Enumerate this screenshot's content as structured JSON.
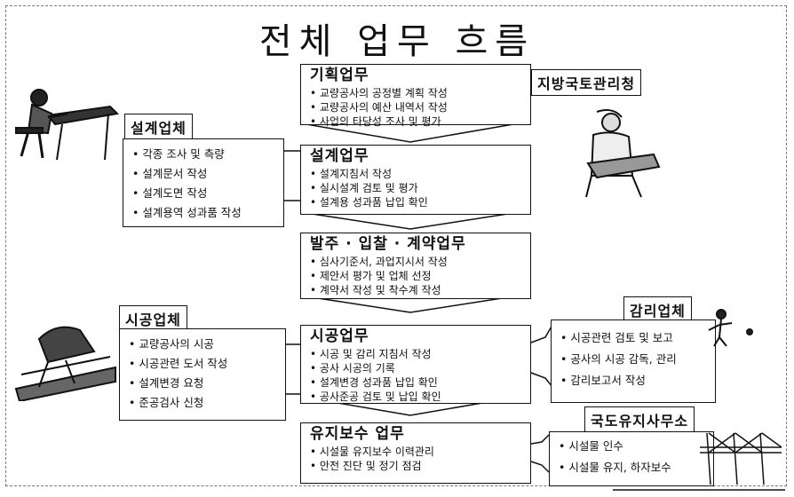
{
  "title": "전체 업무 흐름",
  "flow": [
    {
      "title": "기획업무",
      "items": [
        "교량공사의 공정별 계획 작성",
        "교량공사의 예산 내역서 작성",
        "사업의 타당성 조사 및 평가"
      ]
    },
    {
      "title": "설계업무",
      "items": [
        "설계지침서 작성",
        "실시설계 검토 및 평가",
        "설계용 성과품 납입 확인"
      ]
    },
    {
      "title": "발주 · 입찰 · 계약업무",
      "items": [
        "심사기준서, 과업지시서 작성",
        "제안서 평가 및 업체 선정",
        "계약서 작성 및 착수계 작성"
      ]
    },
    {
      "title": "시공업무",
      "items": [
        "시공 및 감리 지침서 작성",
        "공사 시공의 기록",
        "설계변경 성과품 납입 확인",
        "공사준공 검토 및 납입 확인"
      ]
    },
    {
      "title": "유지보수 업무",
      "items": [
        "시설물 유지보수 이력관리",
        "안전 진단 및 정기 점검"
      ]
    }
  ],
  "design_firm": {
    "label": "설계업체",
    "items": [
      "각종 조사 및 측량",
      "설계문서 작성",
      "설계도면 작성",
      "설계용역 성과품 작성"
    ]
  },
  "construction_firm": {
    "label": "시공업체",
    "items": [
      "교량공사의 시공",
      "시공관련 도서 작성",
      "설계변경 요청",
      "준공검사 신청"
    ]
  },
  "supervision_firm": {
    "label": "감리업체",
    "items": [
      "시공관련 검토 및 보고",
      "공사의 시공 감독, 관리",
      "감리보고서 작성"
    ]
  },
  "maintenance_office": {
    "label": "국도유지사무소",
    "items": [
      "시설물 인수",
      "시설물 유지, 하자보수"
    ]
  },
  "regional_office": {
    "label": "지방국토관리청"
  }
}
